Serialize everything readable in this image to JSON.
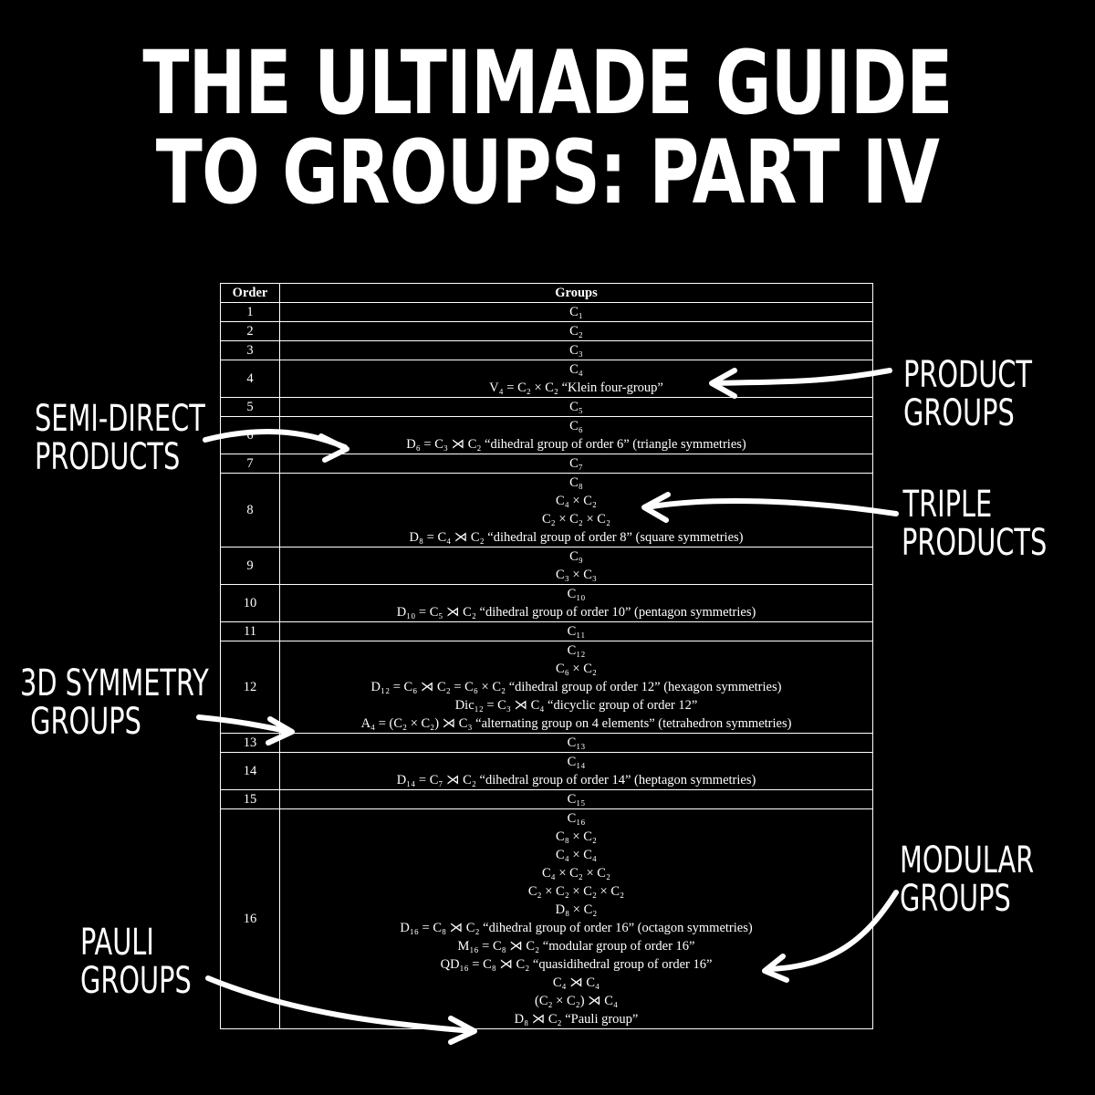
{
  "title": {
    "line1": "THE ULTIMADE GUIDE",
    "line2": "TO GROUPS: PART IV"
  },
  "table": {
    "headers": {
      "order": "Order",
      "groups": "Groups"
    },
    "rows": [
      {
        "order": "1",
        "groups": [
          "C₁"
        ]
      },
      {
        "order": "2",
        "groups": [
          "C₂"
        ]
      },
      {
        "order": "3",
        "groups": [
          "C₃"
        ]
      },
      {
        "order": "4",
        "groups": [
          "C₄",
          "V₄ = C₂ × C₂ “Klein four-group”"
        ]
      },
      {
        "order": "5",
        "groups": [
          "C₅"
        ]
      },
      {
        "order": "6",
        "groups": [
          "C₆",
          "D₆ = C₃ ⋊ C₂ “dihedral group of order 6” (triangle symmetries)"
        ]
      },
      {
        "order": "7",
        "groups": [
          "C₇"
        ]
      },
      {
        "order": "8",
        "groups": [
          "C₈",
          "C₄ × C₂",
          "C₂ × C₂ × C₂",
          "D₈ = C₄ ⋊ C₂ “dihedral group of order 8” (square symmetries)"
        ]
      },
      {
        "order": "9",
        "groups": [
          "C₉",
          "C₃ × C₃"
        ]
      },
      {
        "order": "10",
        "groups": [
          "C₁₀",
          "D₁₀ = C₅ ⋊ C₂ “dihedral group of order 10” (pentagon symmetries)"
        ]
      },
      {
        "order": "11",
        "groups": [
          "C₁₁"
        ]
      },
      {
        "order": "12",
        "groups": [
          "C₁₂",
          "C₆ × C₂",
          "D₁₂ = C₆ ⋊ C₂ = C₆ × C₂ “dihedral group of order 12” (hexagon symmetries)",
          "Dic₁₂ = C₃ ⋊ C₄ “dicyclic group of order 12”",
          "A₄ = (C₂ × C₂) ⋊ C₃ “alternating group on 4 elements” (tetrahedron symmetries)"
        ]
      },
      {
        "order": "13",
        "groups": [
          "C₁₃"
        ]
      },
      {
        "order": "14",
        "groups": [
          "C₁₄",
          "D₁₄ = C₇ ⋊ C₂ “dihedral group of order 14” (heptagon symmetries)"
        ]
      },
      {
        "order": "15",
        "groups": [
          "C₁₅"
        ]
      },
      {
        "order": "16",
        "groups": [
          "C₁₆",
          "C₈ × C₂",
          "C₄ × C₄",
          "C₄ × C₂ × C₂",
          "C₂ × C₂ × C₂ × C₂",
          "D₈ × C₂",
          "D₁₆ = C₈ ⋊ C₂ “dihedral group of order 16” (octagon symmetries)",
          "M₁₆ = C₈ ⋊ C₂ “modular group of order 16”",
          "QD₁₆ = C₈ ⋊ C₂ “quasidihedral group of order 16”",
          "C₄ ⋊ C₄",
          "(C₂ × C₂) ⋊ C₄",
          "D₈ ⋊ C₂ “Pauli group”"
        ]
      }
    ]
  },
  "annotations": {
    "product_groups": {
      "line1": "PRODUCT",
      "line2": "GROUPS"
    },
    "semi_direct": {
      "line1": "SEMI-DIRECT",
      "line2": "PRODUCTS"
    },
    "triple_products": {
      "line1": "TRIPLE",
      "line2": "PRODUCTS"
    },
    "symmetry_3d": {
      "line1": "3D SYMMETRY",
      "line2": "GROUPS"
    },
    "modular_groups": {
      "line1": "MODULAR",
      "line2": "GROUPS"
    },
    "pauli_groups": {
      "line1": "PAULI",
      "line2": "GROUPS"
    }
  }
}
